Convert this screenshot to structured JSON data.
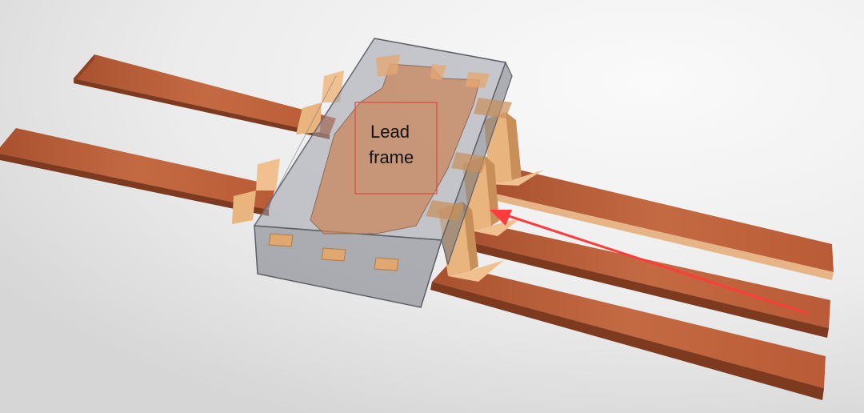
{
  "annotation": {
    "label_line1": "Lead",
    "label_line2": "frame",
    "box_color": "#e0463c",
    "arrow_color": "#ff3b3b"
  },
  "colors": {
    "background": "#ebebeb",
    "copper_top": "#c0653f",
    "copper_edge": "#8a3f22",
    "pad": "#e8b27a",
    "pad_dark": "#c98f58",
    "package_fill": "#8c8f99",
    "package_edge": "#5c5f68"
  },
  "parts": {
    "left_leads": 2,
    "right_leads": 3,
    "bottom_pads": 3
  }
}
